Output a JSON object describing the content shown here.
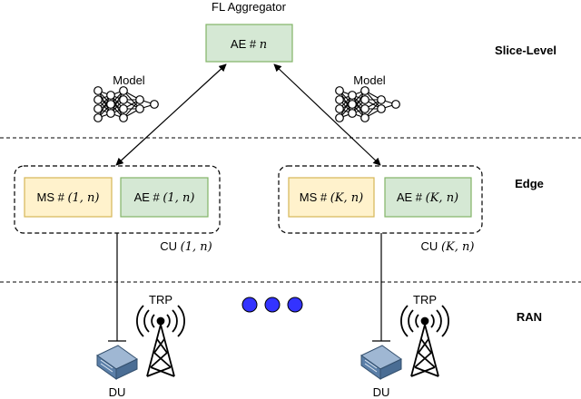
{
  "aggregator": {
    "title": "FL Aggregator",
    "box_prefix": "AE # ",
    "box_var": "n"
  },
  "models": {
    "left_label": "Model",
    "right_label": "Model"
  },
  "levels": {
    "slice": "Slice-Level",
    "edge": "Edge",
    "ran": "RAN"
  },
  "cu_left": {
    "ms_prefix": "MS # ",
    "ms_var": "(1, n)",
    "ae_prefix": "AE # ",
    "ae_var": "(1, n)",
    "cu_prefix": "CU ",
    "cu_var": "(1, n)"
  },
  "cu_right": {
    "ms_prefix": "MS # ",
    "ms_var": "(K, n)",
    "ae_prefix": "AE # ",
    "ae_var": "(K, n)",
    "cu_prefix": "CU ",
    "cu_var": "(K, n)"
  },
  "ran": {
    "trp_left": "TRP",
    "trp_right": "TRP",
    "du_left": "DU",
    "du_right": "DU"
  },
  "colors": {
    "ae_fill": "#d5e8d4",
    "ae_stroke": "#82b366",
    "ms_fill": "#fff2cc",
    "ms_stroke": "#d6b656",
    "dot_fill": "#3333ff",
    "du_fill": "#5b7fa8"
  }
}
